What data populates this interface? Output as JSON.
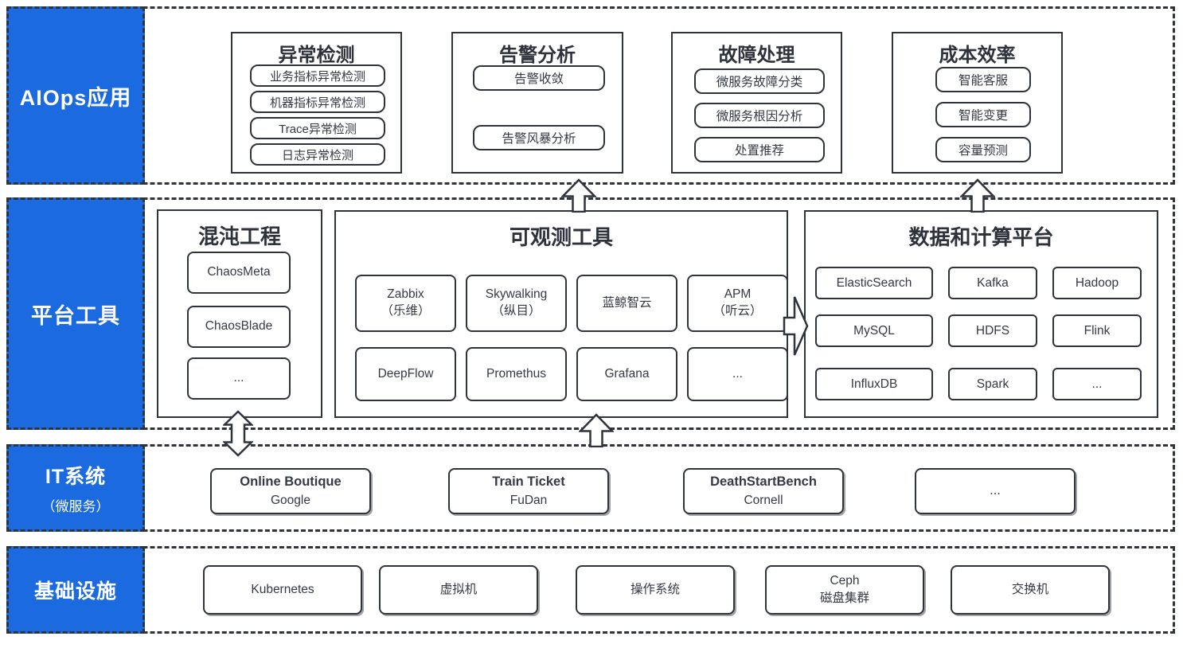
{
  "colors": {
    "accent_blue": "#1b6ae0",
    "line": "#2f333c"
  },
  "rows": {
    "apps": {
      "label": "AIOps应用"
    },
    "platform": {
      "label": "平台工具"
    },
    "it": {
      "label": "IT系统",
      "sublabel": "（微服务）"
    },
    "infra": {
      "label": "基础设施"
    }
  },
  "apps": {
    "anomaly": {
      "title": "异常检测",
      "items": [
        "业务指标异常检测",
        "机器指标异常检测",
        "Trace异常检测",
        "日志异常检测"
      ]
    },
    "alert": {
      "title": "告警分析",
      "items": [
        "告警收敛",
        "告警风暴分析"
      ]
    },
    "fault": {
      "title": "故障处理",
      "items": [
        "微服务故障分类",
        "微服务根因分析",
        "处置推荐"
      ]
    },
    "cost": {
      "title": "成本效率",
      "items": [
        "智能客服",
        "智能变更",
        "容量预测"
      ]
    }
  },
  "platform": {
    "chaos": {
      "title": "混沌工程",
      "items": [
        "ChaosMeta",
        "ChaosBlade",
        "..."
      ]
    },
    "observability": {
      "title": "可观测工具",
      "items": [
        {
          "line1": "Zabbix",
          "line2": "（乐维）"
        },
        {
          "line1": "Skywalking",
          "line2": "（纵目）"
        },
        {
          "line1": "蓝鲸智云",
          "line2": ""
        },
        {
          "line1": "APM",
          "line2": "（听云）"
        },
        {
          "line1": "DeepFlow",
          "line2": ""
        },
        {
          "line1": "Promethus",
          "line2": ""
        },
        {
          "line1": "Grafana",
          "line2": ""
        },
        {
          "line1": "...",
          "line2": ""
        }
      ]
    },
    "data_platform": {
      "title": "数据和计算平台",
      "items": [
        "ElasticSearch",
        "Kafka",
        "Hadoop",
        "MySQL",
        "HDFS",
        "Flink",
        "InfluxDB",
        "Spark",
        "..."
      ]
    }
  },
  "it_systems": [
    {
      "name": "Online Boutique",
      "org": "Google"
    },
    {
      "name": "Train Ticket",
      "org": "FuDan"
    },
    {
      "name": "DeathStartBench",
      "org": "Cornell"
    },
    {
      "name": "...",
      "org": ""
    }
  ],
  "infrastructure": [
    {
      "line1": "Kubernetes",
      "line2": ""
    },
    {
      "line1": "虚拟机",
      "line2": ""
    },
    {
      "line1": "操作系统",
      "line2": ""
    },
    {
      "line1": "Ceph",
      "line2": "磁盘集群"
    },
    {
      "line1": "交换机",
      "line2": ""
    }
  ]
}
